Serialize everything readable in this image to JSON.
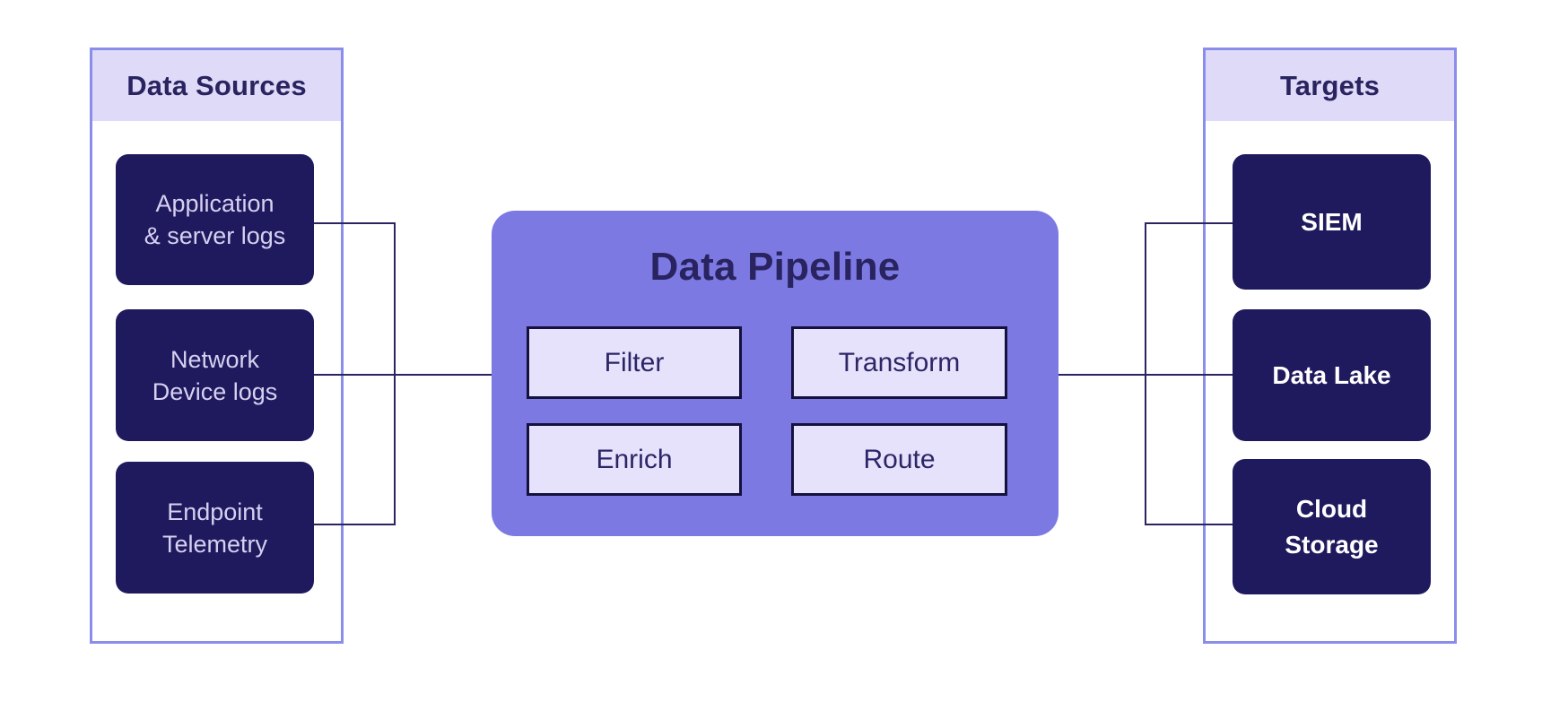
{
  "diagram": {
    "colors": {
      "background": "#ffffff",
      "panel_border": "#8a8dea",
      "panel_bg": "#ffffff",
      "header_bg": "#dedaf8",
      "title_text": "#29235f",
      "node_bg": "#1f1a5e",
      "node_text": "#d6d1f0",
      "target_text": "#ffffff",
      "pipeline_bg": "#7c7ae2",
      "stage_bg": "#e6e2fb",
      "stage_border": "#15113f",
      "stage_text": "#2b2667",
      "connector": "#2a2562"
    },
    "sources": {
      "title": "Data Sources",
      "items": [
        {
          "label": "Application & server logs",
          "lines": [
            "Application",
            "& server logs"
          ]
        },
        {
          "label": "Network Device logs",
          "lines": [
            "Network",
            "Device logs"
          ]
        },
        {
          "label": "Endpoint Telemetry",
          "lines": [
            "Endpoint",
            "Telemetry"
          ]
        }
      ]
    },
    "pipeline": {
      "title": "Data Pipeline",
      "stages": [
        {
          "label": "Filter"
        },
        {
          "label": "Transform"
        },
        {
          "label": "Enrich"
        },
        {
          "label": "Route"
        }
      ]
    },
    "targets": {
      "title": "Targets",
      "items": [
        {
          "label": "SIEM",
          "lines": [
            "SIEM"
          ]
        },
        {
          "label": "Data Lake",
          "lines": [
            "Data Lake"
          ]
        },
        {
          "label": "Cloud Storage",
          "lines": [
            "Cloud",
            "Storage"
          ]
        }
      ]
    }
  }
}
